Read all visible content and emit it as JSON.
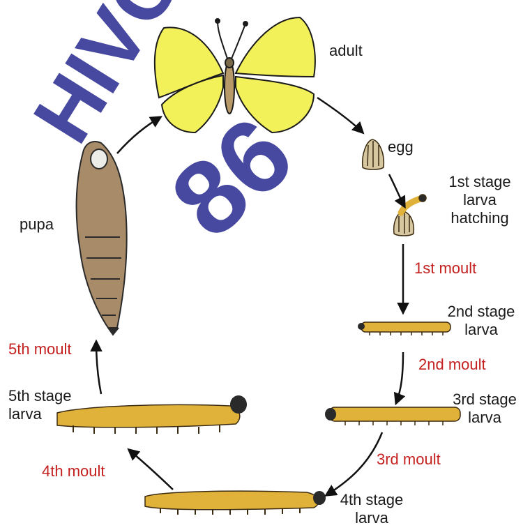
{
  "watermark": {
    "text1": "HIVO",
    "text2": "86",
    "color": "#262a8f"
  },
  "colors": {
    "moult_text": "#c42020",
    "larva_body": "#e1b23a",
    "larva_outline": "#3a2a10",
    "wing": "#f3f15a",
    "pupa": "#a88b68",
    "egg": "#d7c7a0",
    "arrow": "#111111"
  },
  "stages": {
    "adult": "adult",
    "egg": "egg",
    "hatching": [
      "1st stage",
      "larva",
      "hatching"
    ],
    "moult1": "1st moult",
    "larva2": [
      "2nd stage",
      "larva"
    ],
    "moult2": "2nd moult",
    "larva3": [
      "3rd stage",
      "larva"
    ],
    "moult3": "3rd moult",
    "larva4": [
      "4th stage",
      "larva"
    ],
    "moult4": "4th moult",
    "larva5": [
      "5th stage",
      "larva"
    ],
    "moult5": "5th moult",
    "pupa": "pupa"
  },
  "icons": [
    "butterfly-icon",
    "egg-icon",
    "hatching-larva-icon",
    "caterpillar-icon",
    "pupa-icon",
    "arrow-icon"
  ]
}
